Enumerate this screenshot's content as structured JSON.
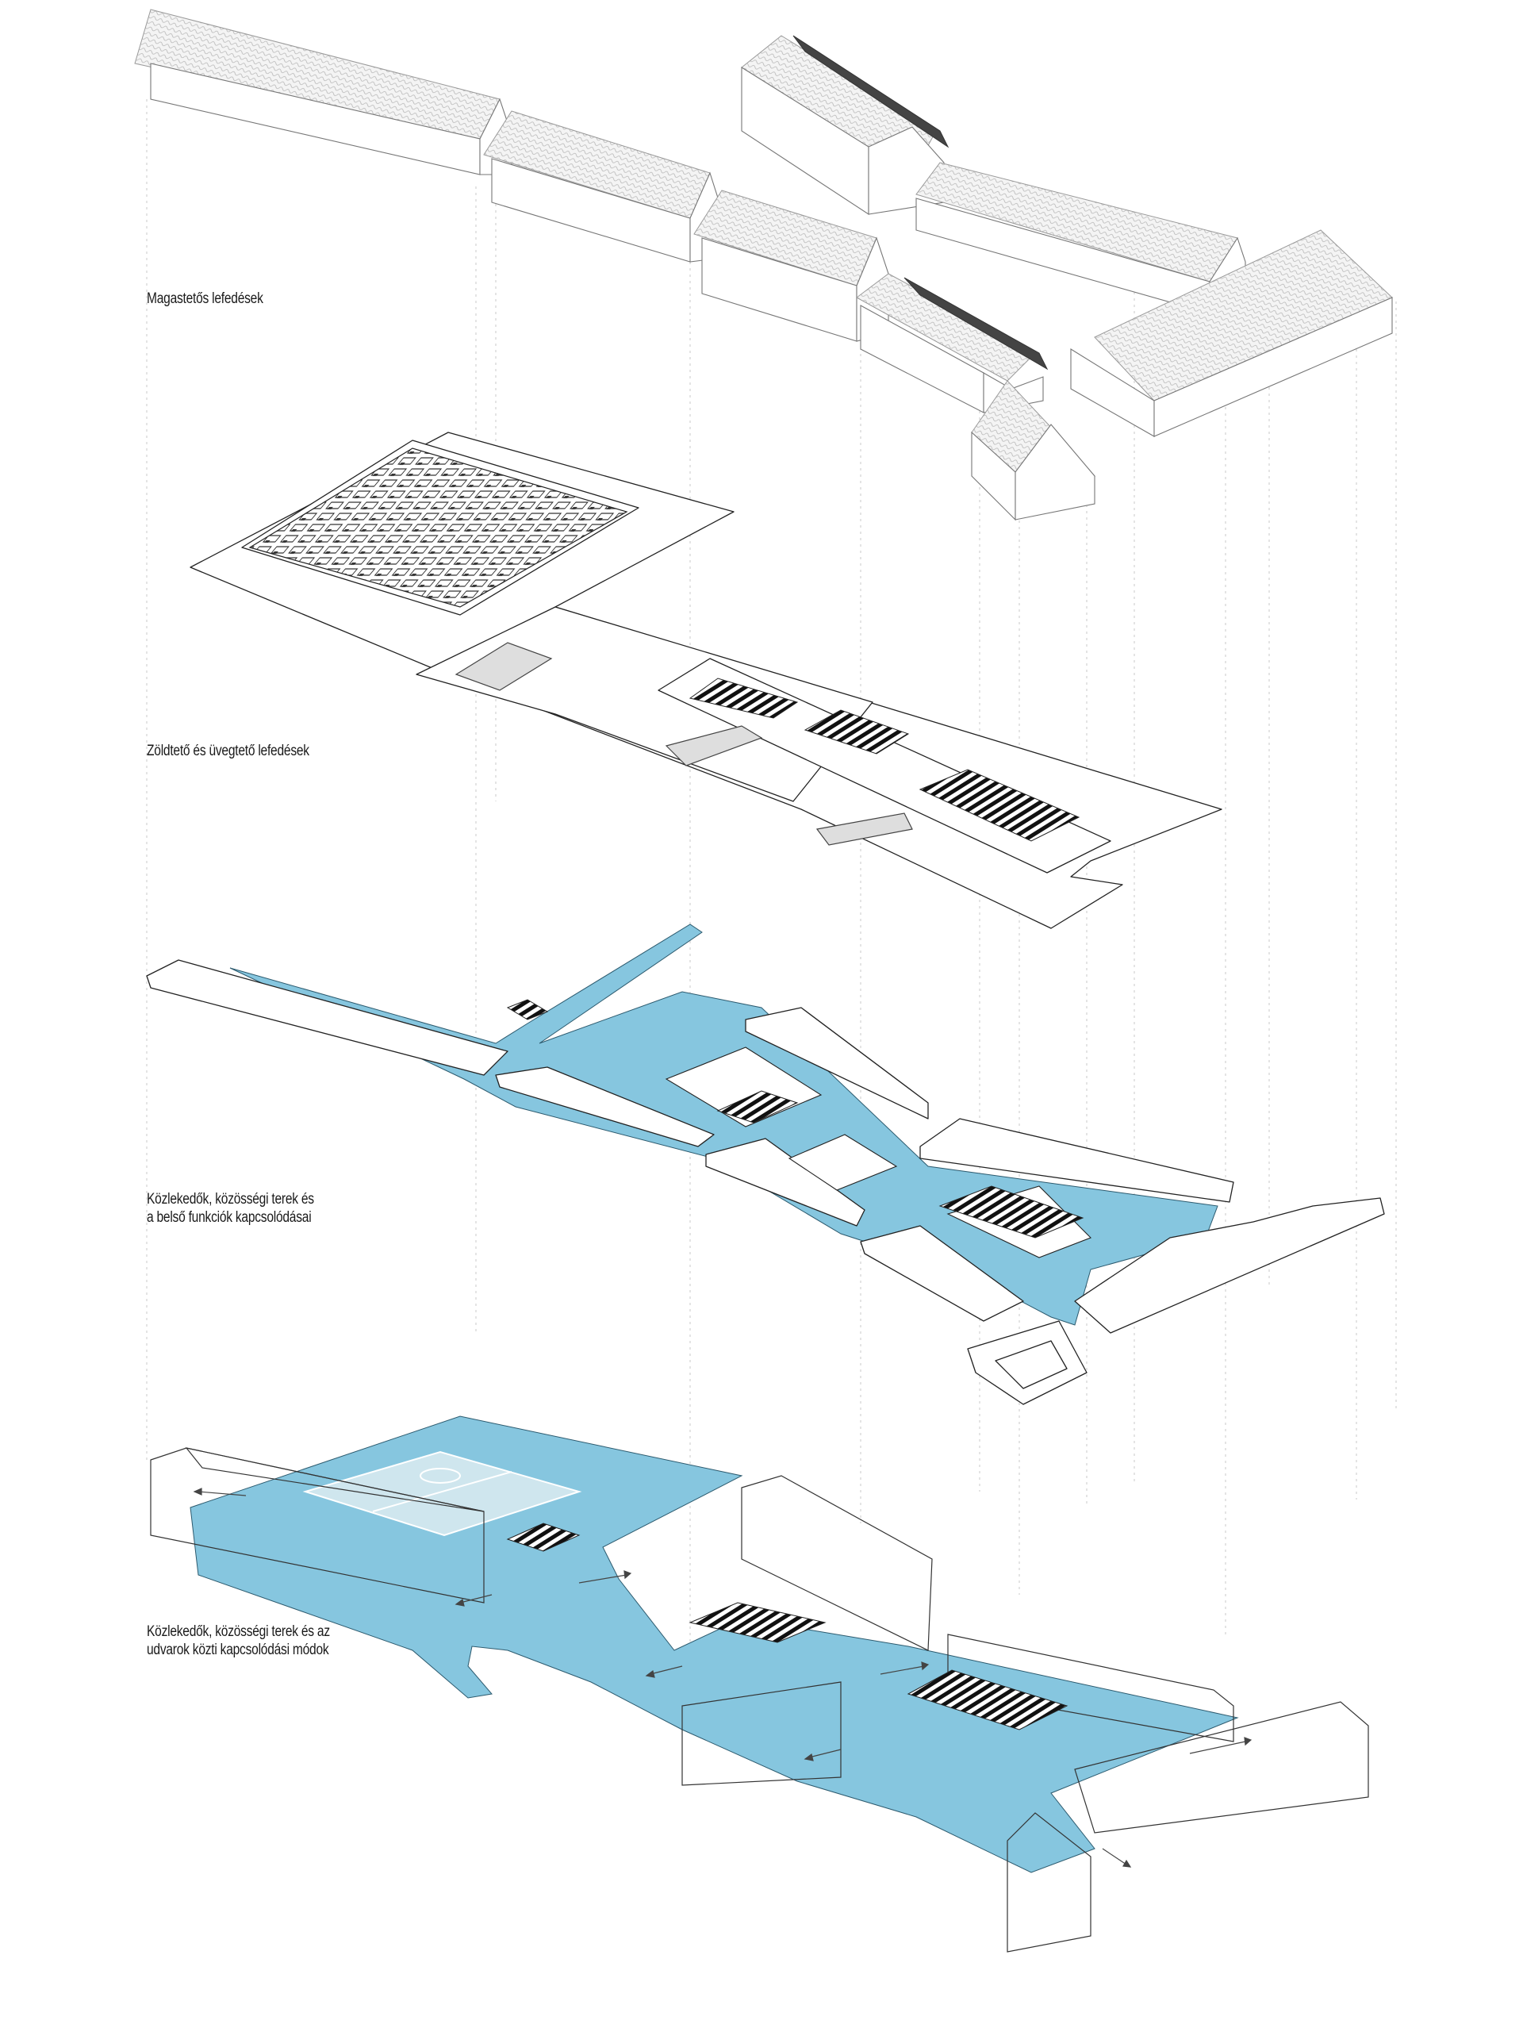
{
  "layers": [
    {
      "id": "pitched-roofs",
      "label_lines": [
        "Magastetős lefedések"
      ]
    },
    {
      "id": "green-glass-roofs",
      "label_lines": [
        "Zöldtető és üvegtető lefedések"
      ]
    },
    {
      "id": "circulation-internal",
      "label_lines": [
        "Közlekedők, közösségi terek és",
        "a belső funkciók kapcsolódásai"
      ]
    },
    {
      "id": "circulation-courtyards",
      "label_lines": [
        "Közlekedők, közösségi terek és az",
        "udvarok közti kapcsolódási módok"
      ]
    }
  ],
  "colors": {
    "circulation": "#86c6df",
    "court_surface": "#cfe6ee",
    "outline": "#222222",
    "roof_tiles": "#bdbdbd",
    "guides": "#c8c8c8"
  }
}
